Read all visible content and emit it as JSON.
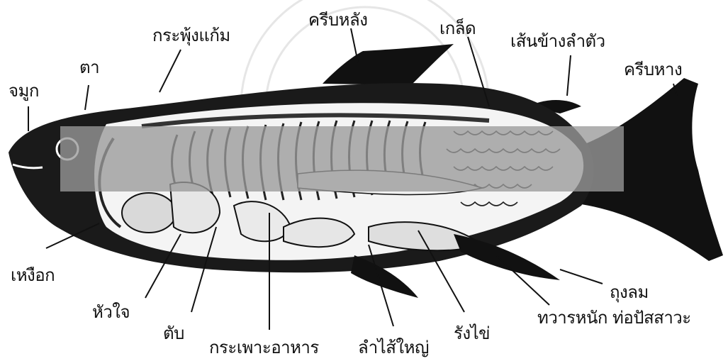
{
  "diagram": {
    "labels": {
      "nostril": "จมูก",
      "eye": "ตา",
      "skull": "กระพุ้งแก้ม",
      "dorsal_fin": "ครีบหลัง",
      "scales": "เกล็ด",
      "lateral_line": "เส้นข้างลำตัว",
      "tail_fin": "ครีบหาง",
      "gill": "เหงือก",
      "heart": "หัวใจ",
      "liver": "ตับ",
      "stomach": "กระเพาะอาหาร",
      "intestine": "ลำไส้ใหญ่",
      "ovary": "รังไข่",
      "anus_urinary": "ทวารหนัก ท่อปัสสาวะ",
      "swim_bladder": "ถุงลม"
    }
  }
}
